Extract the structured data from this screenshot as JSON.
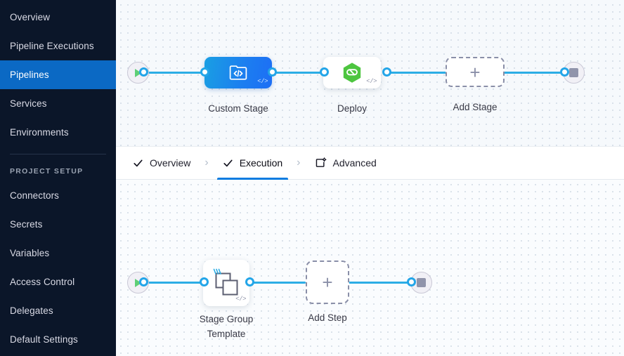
{
  "sidebar": {
    "items": [
      {
        "label": "Overview",
        "active": false,
        "name": "overview"
      },
      {
        "label": "Pipeline Executions",
        "active": false,
        "name": "pipeline-executions"
      },
      {
        "label": "Pipelines",
        "active": true,
        "name": "pipelines"
      },
      {
        "label": "Services",
        "active": false,
        "name": "services"
      },
      {
        "label": "Environments",
        "active": false,
        "name": "environments"
      }
    ],
    "section_title": "PROJECT SETUP",
    "setup_items": [
      {
        "label": "Connectors",
        "name": "connectors"
      },
      {
        "label": "Secrets",
        "name": "secrets"
      },
      {
        "label": "Variables",
        "name": "variables"
      },
      {
        "label": "Access Control",
        "name": "access-control"
      },
      {
        "label": "Delegates",
        "name": "delegates"
      },
      {
        "label": "Default Settings",
        "name": "default-settings"
      }
    ],
    "active_color": "#0b69c4",
    "background_color": "#0b1629"
  },
  "tabs": [
    {
      "label": "Overview",
      "icon": "check-icon",
      "active": false
    },
    {
      "label": "Execution",
      "icon": "check-icon",
      "active": true
    },
    {
      "label": "Advanced",
      "icon": "advanced-box-gear-icon",
      "active": false
    }
  ],
  "tab_separator": "›",
  "stage_canvas": {
    "start_node_icon": "play-icon",
    "end_node_icon": "stop-square-icon",
    "nodes": [
      {
        "label": "Custom Stage",
        "type": "custom-stage",
        "icon": "custom-stage-code-icon",
        "template_marker": "</>"
      },
      {
        "label": "Deploy",
        "type": "deploy-stage",
        "icon": "harness-hexagon-icon",
        "template_marker": "</>"
      },
      {
        "label": "Add Stage",
        "type": "add-stage",
        "icon": "plus-icon"
      }
    ]
  },
  "step_canvas": {
    "start_node_icon": "play-icon",
    "end_node_icon": "stop-square-icon",
    "nodes": [
      {
        "label_line1": "Stage Group",
        "label_line2": "Template",
        "type": "stage-group-template",
        "icon": "stacked-squares-icon",
        "template_marker": "</>"
      },
      {
        "label": "Add Step",
        "type": "add-step",
        "icon": "plus-icon"
      }
    ]
  },
  "colors": {
    "edge": "#2cade5",
    "port": "#23a5e8",
    "accent_blue": "#0a7ce0",
    "stage_gradient_from": "#1a9fe3",
    "stage_gradient_to": "#1d6ef5",
    "deploy_green": "#4dc53f",
    "canvas_bg": "#f6f9fc",
    "dot_grid": "#cfd9e4"
  }
}
